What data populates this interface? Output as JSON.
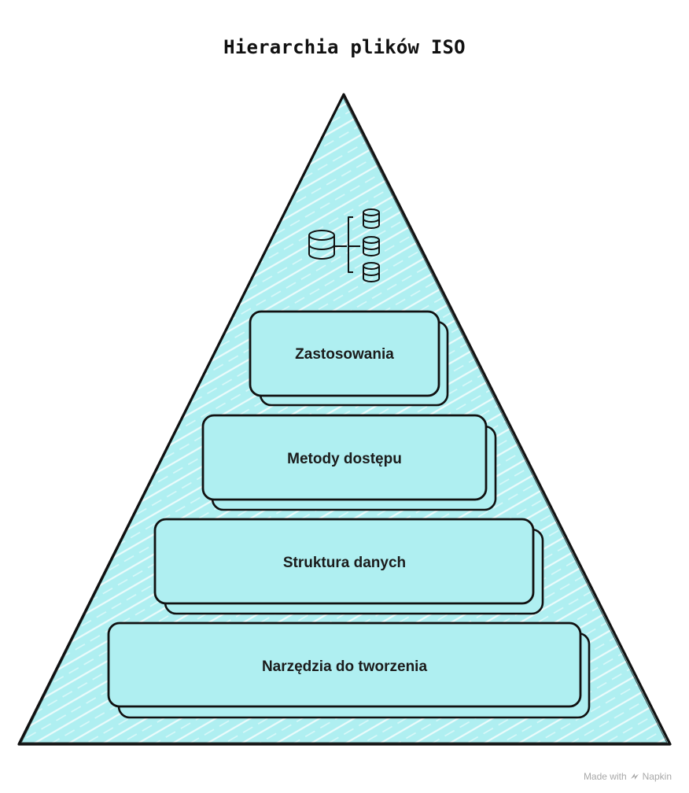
{
  "title": "Hierarchia plików ISO",
  "layers": [
    {
      "label": "Zastosowania",
      "level": 1
    },
    {
      "label": "Metody dostępu",
      "level": 2
    },
    {
      "label": "Struktura danych",
      "level": 3
    },
    {
      "label": "Narzędzia do tworzenia",
      "level": 4
    }
  ],
  "apex_icon": "database-hierarchy-icon",
  "colors": {
    "fill": "#afeff1",
    "stroke": "#111111",
    "hatch": "#ffffff"
  },
  "footer": {
    "made_with": "Made with",
    "brand": "Napkin",
    "icon": "napkin-icon"
  }
}
